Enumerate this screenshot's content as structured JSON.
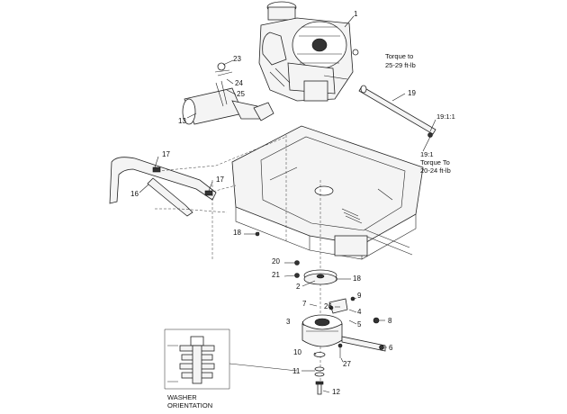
{
  "callouts": {
    "c1": "1",
    "c2": "2",
    "c3": "3",
    "c4": "4",
    "c5": "5",
    "c6": "6",
    "c7": "7",
    "c8": "8",
    "c9": "9",
    "c10": "10",
    "c11": "11",
    "c12": "12",
    "c13": "13",
    "c16": "16",
    "c17a": "17",
    "c17b": "17",
    "c18a": "18",
    "c18b": "18",
    "c19": "19",
    "c20": "20",
    "c21": "21",
    "c23": "23",
    "c24": "24",
    "c25": "25",
    "c26": "26",
    "c27": "27"
  },
  "notes": {
    "torque1_line1": "Torque to",
    "torque1_line2": "25-29 ft-lb",
    "ratio1": "19:1:1",
    "ratio2": "19:1",
    "torque2_line1": "Torque To",
    "torque2_line2": "20-24 ft-lb",
    "washer_line1": "WASHER",
    "washer_line2": "ORIENTATION"
  }
}
